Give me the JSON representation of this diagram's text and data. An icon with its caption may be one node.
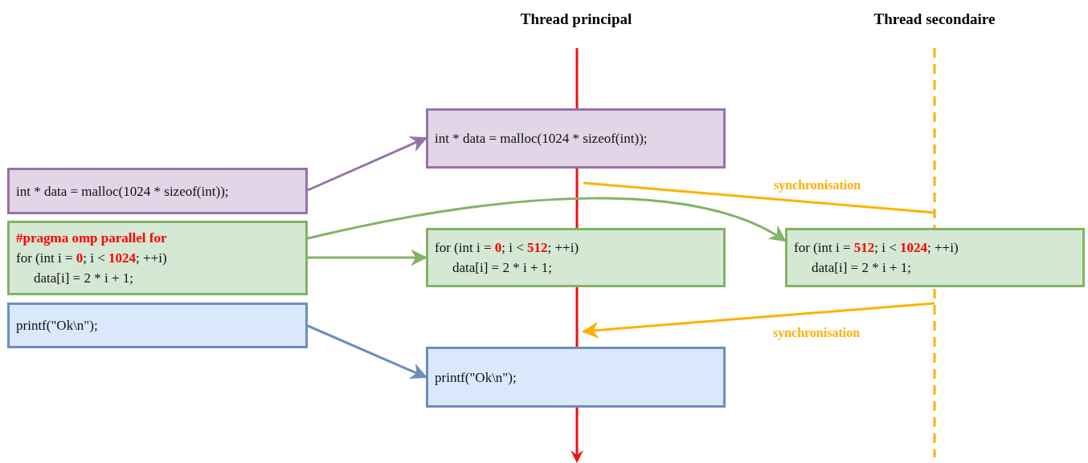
{
  "diagram": {
    "nodes": [
      {
        "text": [
          "int * data = malloc(1024 * sizeof(int));"
        ]
      },
      {
        "text": [
          "#pragma omp parallel for",
          "for (int i = **0**; i < **1024**; ++i)",
          "data[i] = 2 * i + 1;"
        ]
      },
      {
        "text": [
          "printf(\"Ok\\n\");"
        ]
      },
      {
        "text": [],
        "shape": "line"
      },
      {
        "text": [],
        "shape": "line"
      },
      {
        "text": [
          "int * data = malloc(1024 * sizeof(int));"
        ]
      },
      {
        "text": [
          "for (int i = **0**; i < **512**; ++i)",
          "data[i] = 2 * i + 1;"
        ]
      },
      {
        "text": [
          "for (int i = **512**; i < **1024**; ++i)",
          "data[i] = 2 * i + 1;"
        ]
      },
      {
        "text": [
          "printf(\"Ok\\n\");"
        ]
      }
    ],
    "edges": [
      {
        "from": 0,
        "to": 5,
        "arrow": "to",
        "color": "#9673a6"
      },
      {
        "from": 1,
        "to": 6,
        "arrow": "to",
        "color": "#82b366"
      },
      {
        "from": 1,
        "to": 7,
        "arrow": "to",
        "color": "#82b366"
      },
      {
        "from": 2,
        "to": 8,
        "arrow": "to",
        "color": "#6c8ebf"
      },
      {
        "from": 3,
        "to": 4,
        "arrow": "none",
        "label": "synchronisation",
        "color": "#ffb000"
      },
      {
        "from": 4,
        "to": 3,
        "arrow": "to",
        "label": "synchronisation",
        "color": "#ffb000"
      }
    ],
    "labels": [
      "Thread principal",
      "Thread secondaire"
    ]
  }
}
